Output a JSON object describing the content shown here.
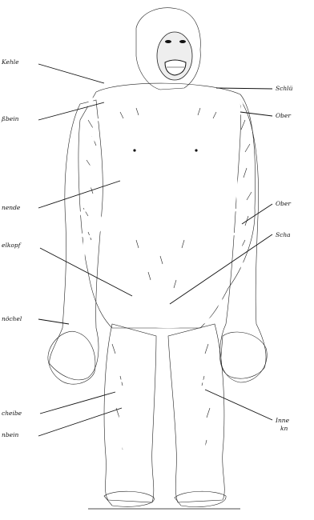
{
  "labels": {
    "left": [
      {
        "key": "kehle",
        "text": "Kehle"
      },
      {
        "key": "schluesselbein",
        "text": "ßbein"
      },
      {
        "key": "rippenende",
        "text": "nende"
      },
      {
        "key": "gelenkkopf",
        "text": "elkopf"
      },
      {
        "key": "knoechel",
        "text": "nöchel"
      },
      {
        "key": "kniescheibe",
        "text": "cheibe"
      },
      {
        "key": "schienbein",
        "text": "nbein"
      }
    ],
    "right": [
      {
        "key": "schluessel",
        "text": "Schlü"
      },
      {
        "key": "oberarm1",
        "text": "Ober"
      },
      {
        "key": "oberarm2",
        "text": "Ober"
      },
      {
        "key": "scham",
        "text": "Scha"
      },
      {
        "key": "innen1",
        "text": "Inne"
      },
      {
        "key": "innen2",
        "text": "kn"
      }
    ]
  },
  "colors": {
    "ink": "#111111",
    "paper": "#ffffff",
    "bone": "#ffffff"
  }
}
